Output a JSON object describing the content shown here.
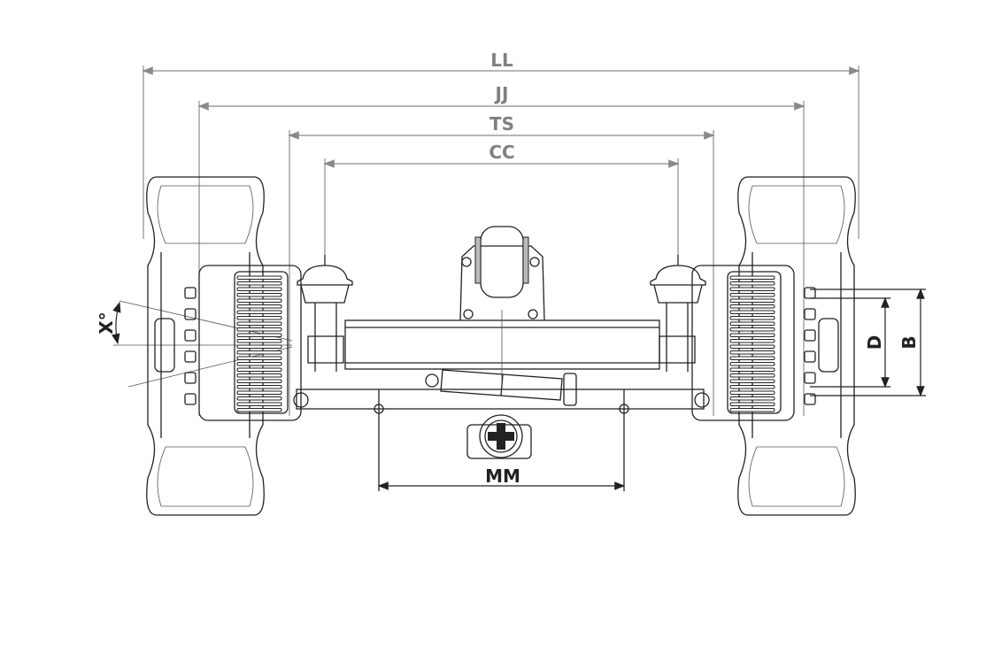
{
  "title": "Axle assembly dimension drawing",
  "dimensions": {
    "LL": "LL",
    "JJ": "JJ",
    "TS": "TS",
    "CC": "CC",
    "MM": "MM",
    "D": "D",
    "B": "B",
    "X": "X°"
  },
  "colors": {
    "dimension_gray": "#808080",
    "line": "#222222"
  }
}
